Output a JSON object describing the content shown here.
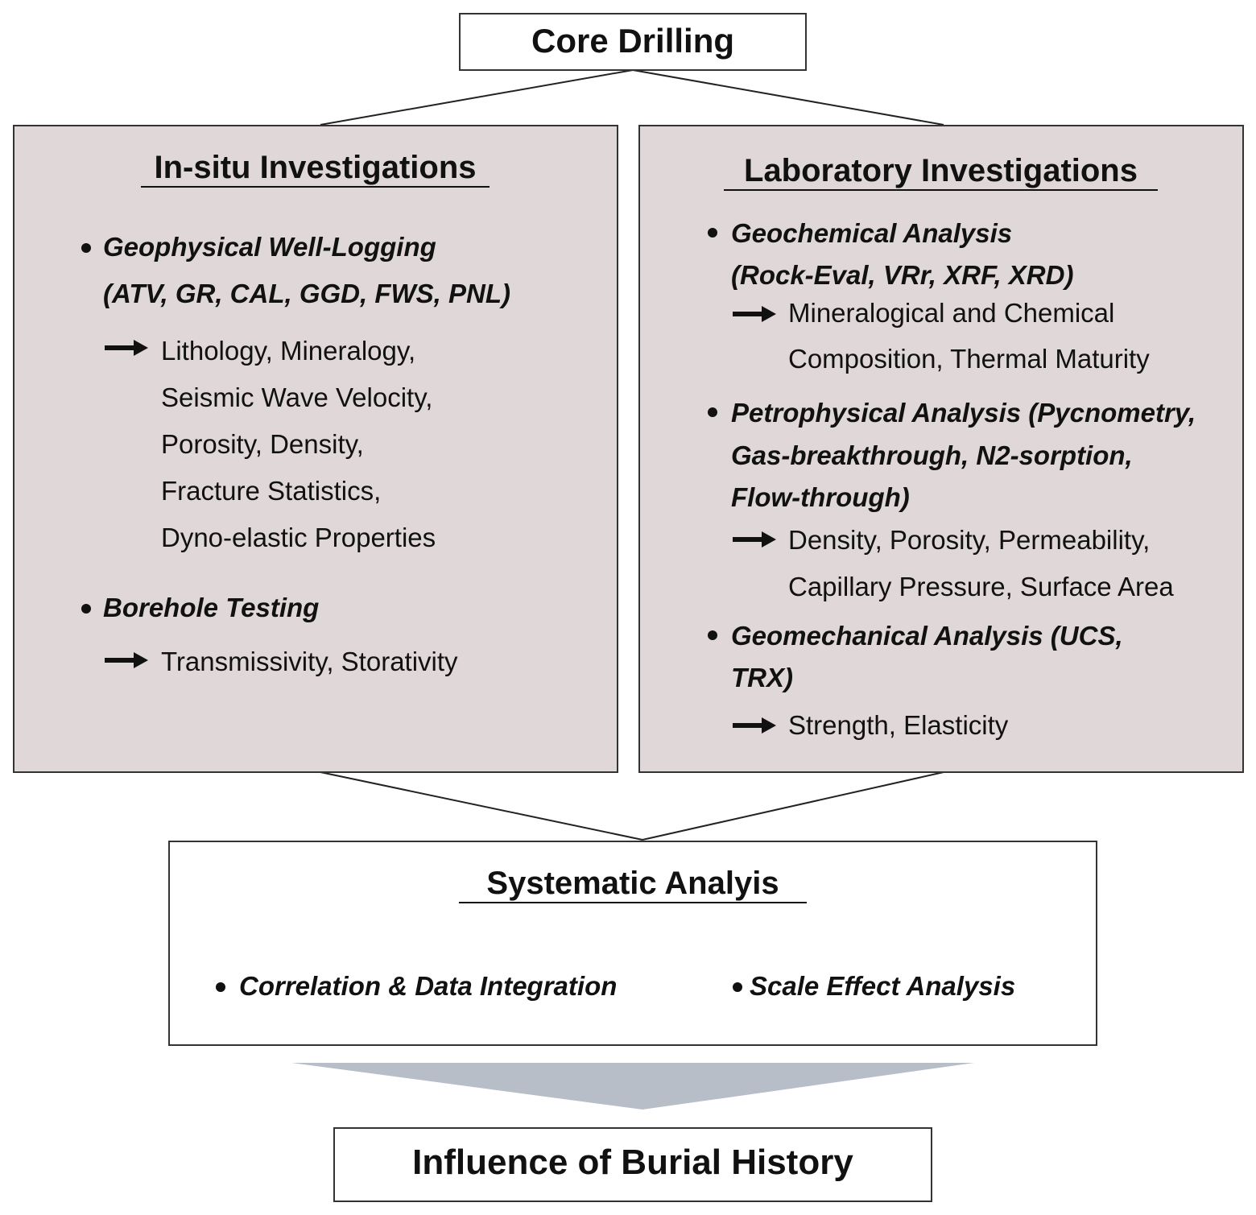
{
  "top": {
    "title": "Core Drilling"
  },
  "left": {
    "heading": "In-situ Investigations",
    "items": [
      {
        "title1": "Geophysical Well-Logging",
        "title2": "(ATV, GR, CAL, GGD, FWS, PNL)",
        "results": [
          "Lithology, Mineralogy,",
          "Seismic Wave Velocity,",
          "Porosity, Density,",
          "Fracture Statistics,",
          "Dyno-elastic Properties"
        ]
      },
      {
        "title1": "Borehole Testing",
        "results": [
          "Transmissivity, Storativity"
        ]
      }
    ]
  },
  "right": {
    "heading": "Laboratory Investigations",
    "items": [
      {
        "title": [
          "Geochemical Analysis",
          "(Rock-Eval, VRr, XRF, XRD)"
        ],
        "results": [
          "Mineralogical and Chemical",
          "Composition, Thermal Maturity"
        ]
      },
      {
        "title": [
          "Petrophysical Analysis (Pycnometry,",
          "Gas-breakthrough, N2-sorption,",
          "Flow-through)"
        ],
        "results": [
          "Density, Porosity, Permeability,",
          "Capillary Pressure, Surface Area"
        ]
      },
      {
        "title": [
          "Geomechanical Analysis (UCS,",
          "TRX)"
        ],
        "results": [
          "Strength, Elasticity"
        ]
      }
    ]
  },
  "systematic": {
    "heading": "Systematic Analyis",
    "bullet1": "Correlation & Data Integration",
    "bullet2": "Scale Effect Analysis"
  },
  "bottom": {
    "title": "Influence of Burial History"
  },
  "colors": {
    "panel": "#e0d8d8",
    "big_arrow": "#b8bec8"
  }
}
